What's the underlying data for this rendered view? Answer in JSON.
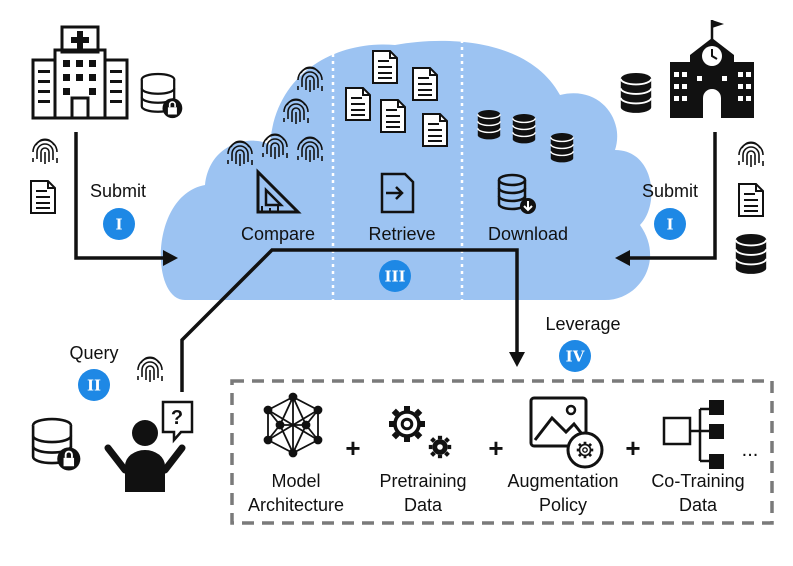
{
  "cloud": {
    "sections": [
      "Compare",
      "Retrieve",
      "Download"
    ],
    "color": "#9cc3f2"
  },
  "steps": {
    "submit_label": "Submit",
    "query_label": "Query",
    "leverage_label": "Leverage",
    "badge_submit": "I",
    "badge_query": "II",
    "badge_cloud": "III",
    "badge_leverage": "IV",
    "badge_color": "#1e88e5"
  },
  "outputs": {
    "items": [
      [
        "Model",
        "Architecture"
      ],
      [
        "Pretraining",
        "Data"
      ],
      [
        "Augmentation",
        "Policy"
      ],
      [
        "Co-Training",
        "Data"
      ]
    ],
    "plus": "+",
    "ellipsis": "..."
  },
  "icons": [
    "hospital-icon",
    "school-icon",
    "fingerprint-icon",
    "document-icon",
    "database-icon",
    "lock-icon",
    "user-question-icon",
    "neural-network-icon",
    "gear-icon",
    "image-gear-icon",
    "hierarchy-icon",
    "set-square-icon",
    "retrieve-icon",
    "download-icon"
  ]
}
